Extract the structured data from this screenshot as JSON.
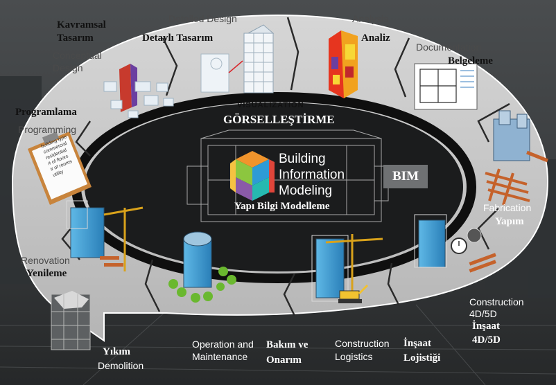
{
  "colors": {
    "ring": "#c9c9c9",
    "ring_edge": "#ffffff",
    "inner_track": "#161616",
    "badge": "#6f7173",
    "cube_orange": "#f0942c",
    "cube_green": "#8cc63f",
    "cube_blue": "#2d9bd6",
    "cube_purple": "#8a5aa8",
    "cube_teal": "#26b9b0",
    "cube_red": "#e0453a"
  },
  "center": {
    "line1": "Building",
    "line2": "Information",
    "line3": "Modeling",
    "turkish": "Yapı Bilgi Modelleme",
    "badge": "BIM"
  },
  "ring": {
    "visualization": "VISUALIZATION",
    "visualization_tr": "GÖRSELLEŞTİRME"
  },
  "stages": {
    "conceptual": {
      "tr1": "Kavramsal",
      "tr2": "Tasarım",
      "en1": "Conceptual",
      "en2": "Design",
      "icon": "massing-model-icon"
    },
    "detailed": {
      "en": "Detailed Design",
      "tr": "Detaylı Tasarım",
      "icon": "tower-design-icon"
    },
    "analysis": {
      "en": "Analysis",
      "tr": "Analiz",
      "icon": "heatmap-analysis-icon"
    },
    "documentation": {
      "en": "Documentation",
      "tr": "Belgeleme",
      "icon": "floor-plan-icon"
    },
    "programming": {
      "tr": "Programlama",
      "en": "Programming",
      "icon": "clipboard-icon"
    },
    "clipboard_lines": [
      "building type",
      "commercial",
      "residential",
      "# of floors",
      "# of rooms",
      "utility"
    ],
    "fabrication": {
      "en": "Fabrication",
      "tr": "Yapım",
      "icon": "factory-icon"
    },
    "renovation": {
      "en": "Renovation",
      "tr": "Yenileme",
      "icon": "crane-renovation-icon"
    },
    "construction": {
      "en1": "Construction",
      "en2": "4D/5D",
      "tr1": "İnşaat",
      "tr2": "4D/5D",
      "icon": "construction-crane-icon"
    },
    "logistics": {
      "en1": "Construction",
      "en2": "Logistics",
      "tr1": "İnşaat",
      "tr2": "Lojistiği",
      "icon": "excavator-icon"
    },
    "operation": {
      "en1": "Operation and",
      "en2": "Maintenance",
      "tr1": "Bakım ve",
      "tr2": "Onarım",
      "icon": "park-building-icon"
    },
    "demolition": {
      "tr": "Yıkım",
      "en": "Demolition",
      "icon": "demolished-building-icon"
    }
  }
}
